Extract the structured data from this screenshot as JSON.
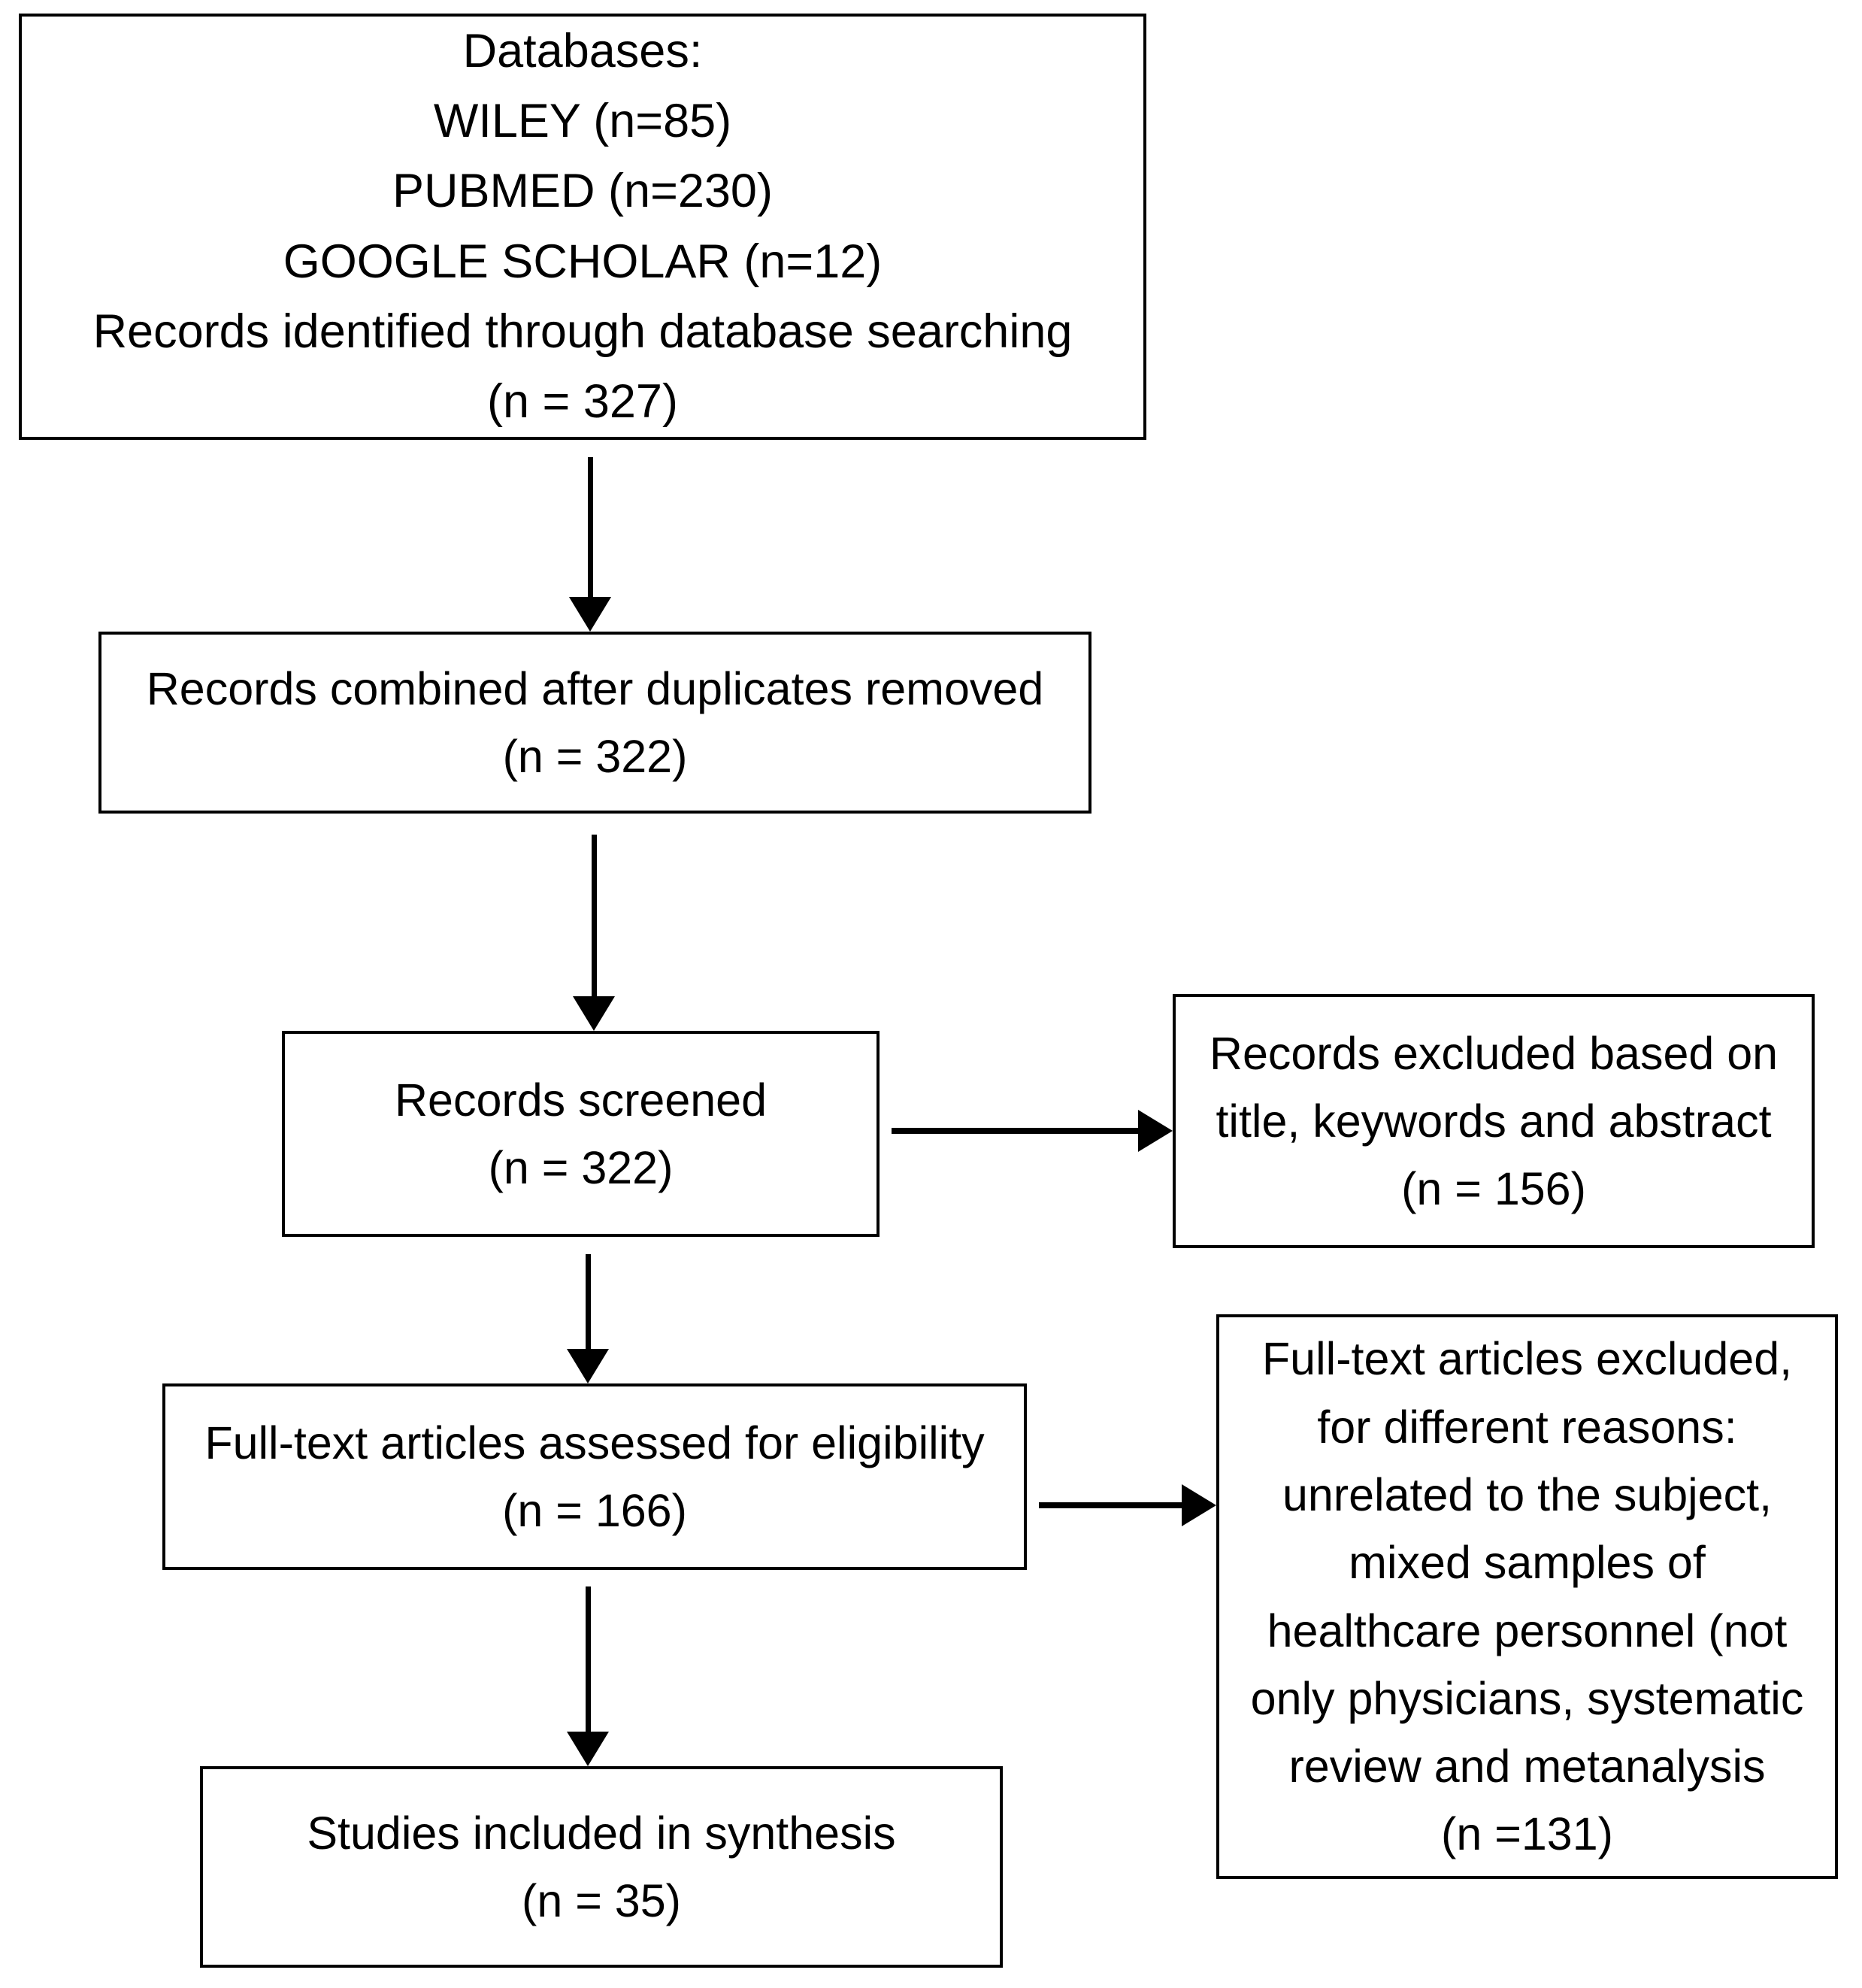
{
  "diagram": {
    "type": "prisma-flow-diagram",
    "title": "PRISMA study selection flow diagram",
    "boxes": {
      "databases": {
        "name": "records-identified-box",
        "lines": [
          "Databases:",
          "WILEY (n=85)",
          "PUBMED (n=230)",
          "GOOGLE SCHOLAR (n=12)",
          "Records identified through database searching",
          "(n = 327)"
        ]
      },
      "duplicates_removed": {
        "name": "records-after-duplicates-box",
        "lines": [
          "Records combined after duplicates removed",
          "(n = 322)"
        ]
      },
      "records_screened": {
        "name": "records-screened-box",
        "lines": [
          "Records screened",
          "(n = 322)"
        ]
      },
      "records_excluded": {
        "name": "records-excluded-box",
        "lines": [
          "Records excluded based on",
          "title, keywords and abstract",
          "(n = 156)"
        ]
      },
      "fulltext_assessed": {
        "name": "fulltext-assessed-box",
        "lines": [
          "Full-text articles assessed for eligibility",
          "(n = 166)"
        ]
      },
      "fulltext_excluded": {
        "name": "fulltext-excluded-box",
        "lines": [
          "Full-text articles excluded,",
          "for different reasons:",
          "unrelated to the subject,",
          "mixed samples of",
          "healthcare personnel (not",
          "only physicians, systematic",
          "review and metanalysis",
          "(n =131)"
        ]
      },
      "studies_included": {
        "name": "studies-included-box",
        "lines": [
          "Studies included in synthesis",
          "(n = 35)"
        ]
      }
    },
    "counts": {
      "wiley": 85,
      "pubmed": 230,
      "google_scholar": 12,
      "identified_total": 327,
      "after_duplicates": 322,
      "screened": 322,
      "excluded_title_keywords_abstract": 156,
      "fulltext_assessed": 166,
      "fulltext_excluded": 131,
      "included_in_synthesis": 35
    },
    "connectors": [
      {
        "name": "arrow-databases-to-duplicates",
        "direction": "down"
      },
      {
        "name": "arrow-duplicates-to-screened",
        "direction": "down"
      },
      {
        "name": "arrow-screened-to-fulltext",
        "direction": "down"
      },
      {
        "name": "arrow-fulltext-to-included",
        "direction": "down"
      },
      {
        "name": "arrow-screened-to-excluded",
        "direction": "right"
      },
      {
        "name": "arrow-fulltext-to-excluded",
        "direction": "right"
      }
    ],
    "colors": {
      "stroke": "#000000",
      "fill": "#ffffff",
      "text": "#000000"
    }
  }
}
